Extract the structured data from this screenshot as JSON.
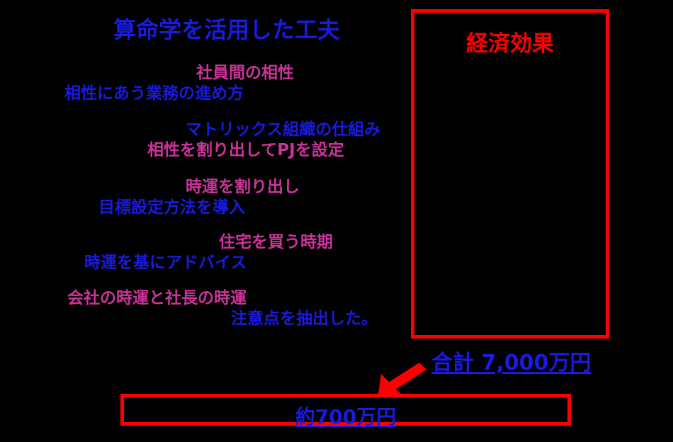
{
  "slide": {
    "title": "算命学を活用した工夫",
    "colors": {
      "background": "#000000",
      "blue": "#1A1AE0",
      "pink": "#CC3399",
      "red": "#FF0000"
    }
  },
  "items": [
    {
      "top": "社員間の相性",
      "top_color": "pink",
      "bottom": "相性にあう業務の進め方",
      "bottom_color": "blue"
    },
    {
      "top": "マトリックス組織の仕組み",
      "top_color": "blue",
      "bottom": "相性を割り出してPJを設定",
      "bottom_color": "pink"
    },
    {
      "top": "時運を割り出し",
      "top_color": "pink",
      "bottom": "目標設定方法を導入",
      "bottom_color": "blue"
    },
    {
      "top": "住宅を買う時期",
      "top_color": "pink",
      "bottom": "時運を基にアドバイス",
      "bottom_color": "blue"
    },
    {
      "top": "会社の時運と社長の時運",
      "top_color": "pink",
      "bottom": "注意点を抽出した。",
      "bottom_color": "blue"
    }
  ],
  "effect_box": {
    "title": "経済効果"
  },
  "total": {
    "label": "合計 7,000万円"
  },
  "bottom_box": {
    "label": "約700万円"
  },
  "arrow": {
    "name": "down-left-arrow",
    "color": "#FF0000"
  }
}
